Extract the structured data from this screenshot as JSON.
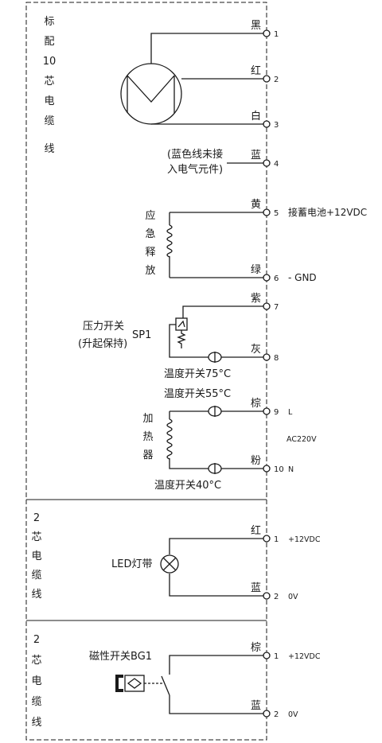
{
  "sections": [
    {
      "label_chars": [
        "标",
        "配",
        "10",
        "芯",
        "电",
        "缆",
        "线"
      ],
      "terminals": [
        {
          "color": "黑",
          "num": "1",
          "ext": ""
        },
        {
          "color": "红",
          "num": "2",
          "ext": ""
        },
        {
          "color": "白",
          "num": "3",
          "ext": ""
        },
        {
          "color": "蓝",
          "num": "4",
          "ext": ""
        },
        {
          "color": "黄",
          "num": "5",
          "ext": "接蓄电池+12VDC"
        },
        {
          "color": "绿",
          "num": "6",
          "ext": "- GND"
        },
        {
          "color": "紫",
          "num": "7",
          "ext": ""
        },
        {
          "color": "灰",
          "num": "8",
          "ext": ""
        },
        {
          "color": "棕",
          "num": "9",
          "ext": "L"
        },
        {
          "color": "粉",
          "num": "10",
          "ext": "N"
        }
      ],
      "blue_note": [
        "(蓝色线未接",
        "入电气元件)"
      ],
      "emergency_release": [
        "应",
        "急",
        "释",
        "放"
      ],
      "pressure_switch": [
        "压力开关",
        "(升起保持)"
      ],
      "sp1": "SP1",
      "temp75": "温度开关75°C",
      "temp55": "温度开关55°C",
      "temp40": "温度开关40°C",
      "heater": [
        "加",
        "热",
        "器"
      ],
      "ac": "AC220V"
    },
    {
      "label_chars": [
        "2",
        "芯",
        "电",
        "缆",
        "线"
      ],
      "terminals": [
        {
          "color": "红",
          "num": "1",
          "ext": "+12VDC"
        },
        {
          "color": "蓝",
          "num": "2",
          "ext": "0V"
        }
      ],
      "device": "LED灯带"
    },
    {
      "label_chars": [
        "2",
        "芯",
        "电",
        "缆",
        "线"
      ],
      "terminals": [
        {
          "color": "棕",
          "num": "1",
          "ext": "+12VDC"
        },
        {
          "color": "蓝",
          "num": "2",
          "ext": "0V"
        }
      ],
      "device": "磁性开关BG1"
    }
  ]
}
